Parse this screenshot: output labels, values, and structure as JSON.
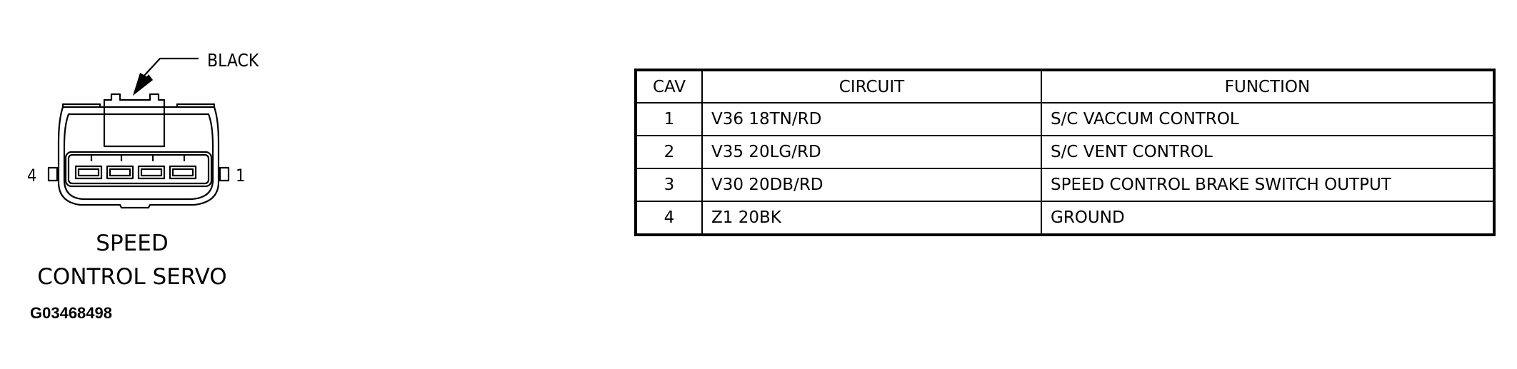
{
  "connector": {
    "wire_color_label": "BLACK",
    "pin_left_label": "4",
    "pin_right_label": "1",
    "title_line1": "SPEED",
    "title_line2": "CONTROL SERVO"
  },
  "figure_id": "G03468498",
  "pinout_table": {
    "headers": {
      "cav": "CAV",
      "circuit": "CIRCUIT",
      "function": "FUNCTION"
    },
    "rows": [
      {
        "cav": "1",
        "circuit": "V36 18TN/RD",
        "function": "S/C VACCUM CONTROL"
      },
      {
        "cav": "2",
        "circuit": "V35 20LG/RD",
        "function": "S/C VENT CONTROL"
      },
      {
        "cav": "3",
        "circuit": "V30 20DB/RD",
        "function": "SPEED CONTROL BRAKE SWITCH OUTPUT"
      },
      {
        "cav": "4",
        "circuit": "Z1 20BK",
        "function": "GROUND"
      }
    ]
  }
}
